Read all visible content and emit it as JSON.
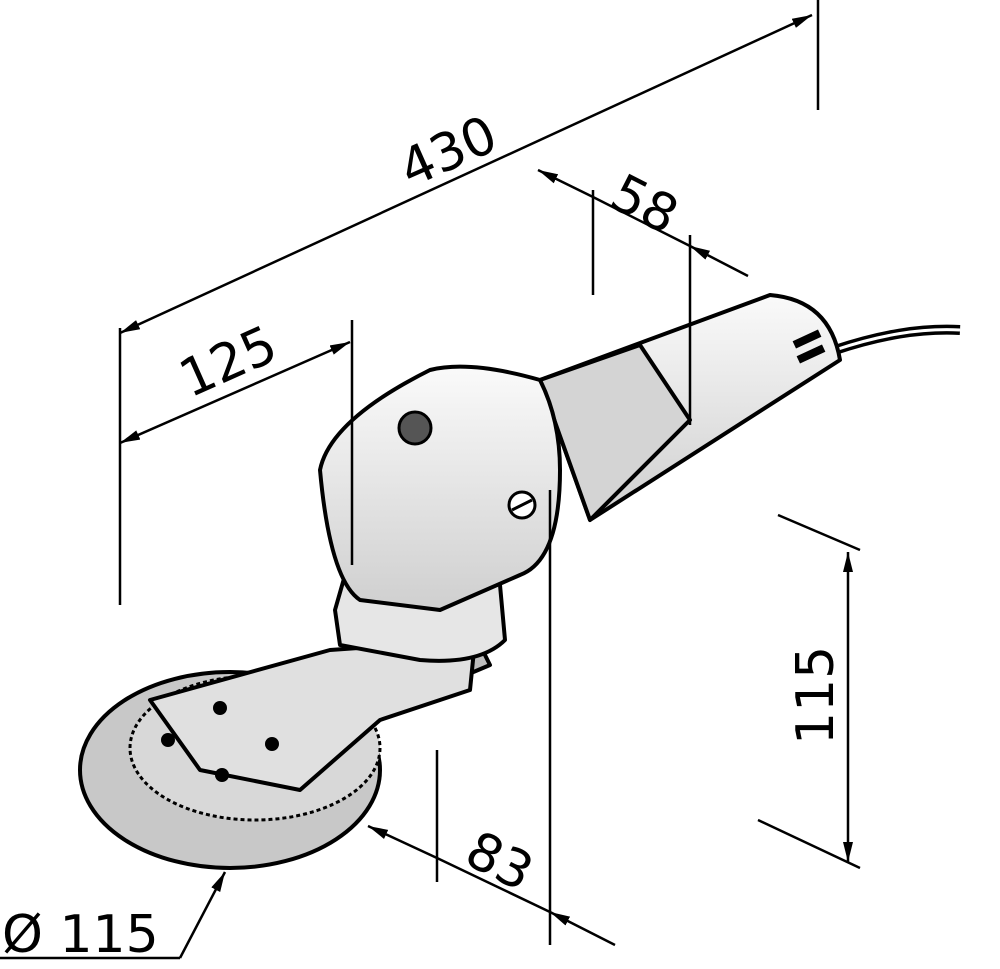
{
  "drawing": {
    "title": "Angle grinder dimension drawing",
    "dimensions": {
      "overall_length": "430",
      "head_length": "125",
      "grip_width": "58",
      "height": "115",
      "head_width": "83",
      "disc_diameter": "Ø 115"
    }
  },
  "colors": {
    "line": "#000000",
    "body_light": "#f2f2f2",
    "body_mid": "#d8d8d8",
    "metal": "#bfbfbf"
  }
}
